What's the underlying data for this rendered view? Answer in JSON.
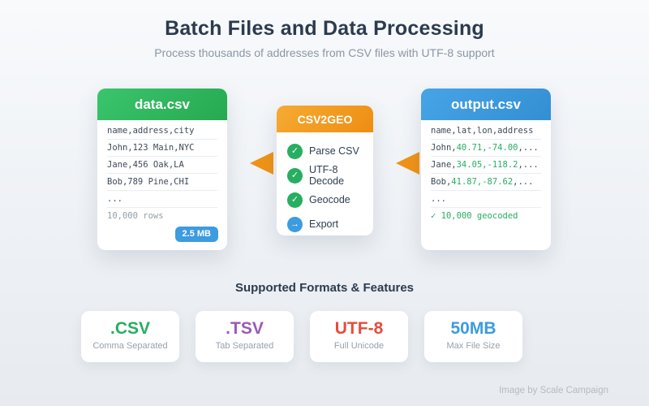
{
  "page": {
    "title": "Batch Files and Data Processing",
    "subtitle": "Process thousands of addresses from CSV files with UTF-8 support",
    "credit": "Image by Scale Campaign"
  },
  "colors": {
    "accent_orange": "#ef9316",
    "green": "#27ae60",
    "blue": "#3d9be0",
    "header_green_start": "#3ac56d",
    "header_green_end": "#27a950",
    "header_orange_start": "#f6ab33",
    "header_orange_end": "#ee8d12",
    "header_blue_start": "#47a4e7",
    "header_blue_end": "#338fd2"
  },
  "data_card": {
    "title": "data.csv",
    "rows": [
      "name,address,city",
      "John,123 Main,NYC",
      "Jane,456 Oak,LA",
      "Bob,789 Pine,CHI",
      "..."
    ],
    "note": "10,000 rows",
    "badge": "2.5 MB"
  },
  "processor_card": {
    "title": "CSV2GEO",
    "steps": [
      {
        "label": "Parse CSV",
        "icon": "✓"
      },
      {
        "label": "UTF-8 Decode",
        "icon": "✓"
      },
      {
        "label": "Geocode",
        "icon": "✓"
      },
      {
        "label": "Export",
        "icon": "→"
      }
    ]
  },
  "output_card": {
    "title": "output.csv",
    "header_row": "name,lat,lon,address",
    "rows": [
      {
        "pre": "John,",
        "coords": "40.71,-74.00",
        "post": ",..."
      },
      {
        "pre": "Jane,",
        "coords": "34.05,-118.2",
        "post": ",..."
      },
      {
        "pre": "Bob,",
        "coords": "41.87,-87.62",
        "post": ",..."
      }
    ],
    "ellipsis": "...",
    "status_icon": "✓",
    "status": "10,000 geocoded"
  },
  "features_section": {
    "heading": "Supported Formats & Features",
    "items": [
      {
        "value": ".CSV",
        "label": "Comma Separated",
        "color": "#27ae60"
      },
      {
        "value": ".TSV",
        "label": "Tab Separated",
        "color": "#9b59b6"
      },
      {
        "value": "UTF-8",
        "label": "Full Unicode",
        "color": "#e74c3c"
      },
      {
        "value": "50MB",
        "label": "Max File Size",
        "color": "#3d9be0"
      }
    ]
  }
}
